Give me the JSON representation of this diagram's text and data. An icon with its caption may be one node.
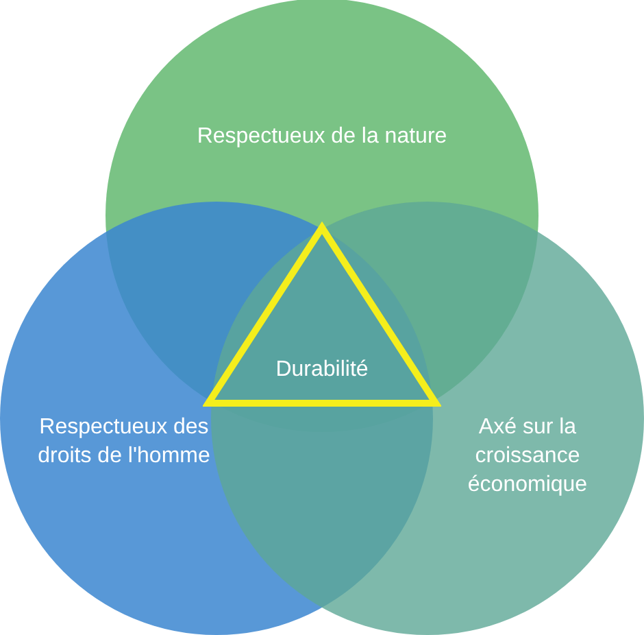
{
  "diagram": {
    "nodes": [
      {
        "text": [
          "Respectueux de la nature"
        ]
      },
      {
        "text": [
          "Respectueux des droits de l'homme"
        ]
      },
      {
        "text": [
          "Axé sur la croissance économique"
        ]
      },
      {
        "text": [
          "Durabilité"
        ]
      }
    ]
  }
}
